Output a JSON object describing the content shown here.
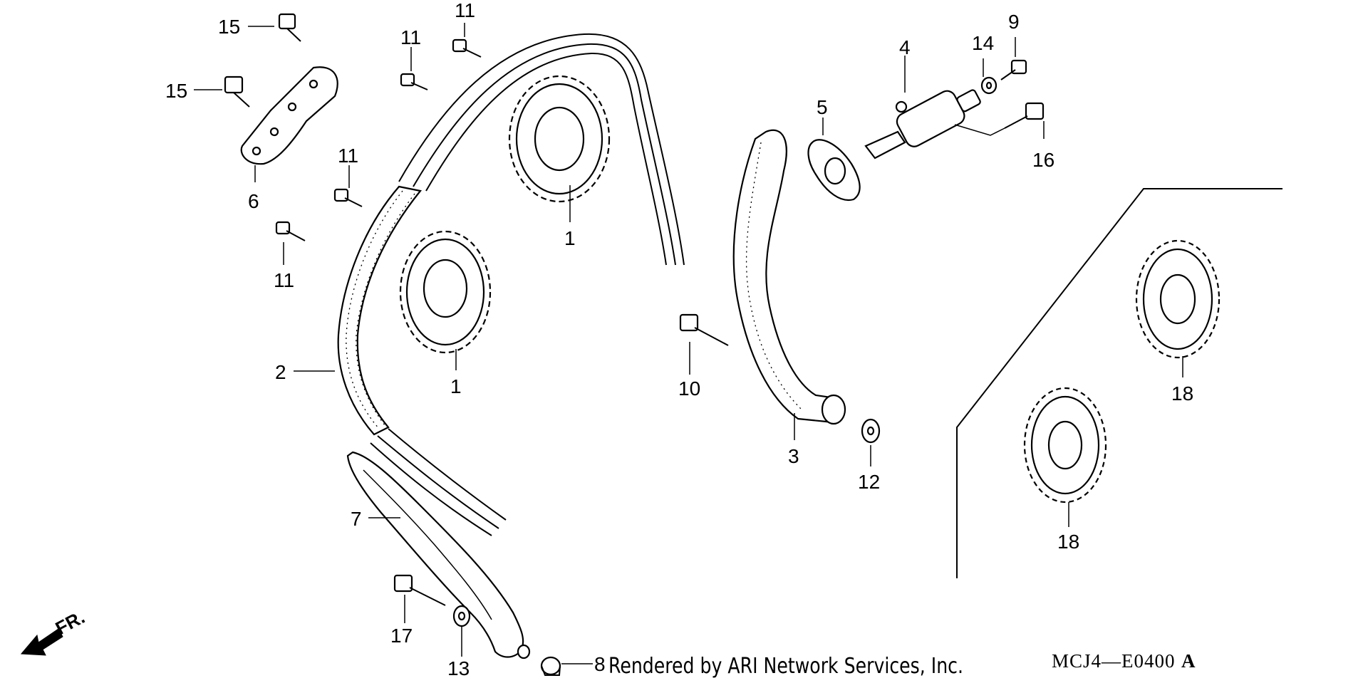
{
  "callouts": {
    "c1a": "1",
    "c1b": "1",
    "c2": "2",
    "c3": "3",
    "c4": "4",
    "c5": "5",
    "c6": "6",
    "c7": "7",
    "c8": "8",
    "c9": "9",
    "c10": "10",
    "c11a": "11",
    "c11b": "11",
    "c11c": "11",
    "c11d": "11",
    "c12": "12",
    "c13": "13",
    "c14": "14",
    "c15a": "15",
    "c15b": "15",
    "c16": "16",
    "c17": "17",
    "c18a": "18",
    "c18b": "18"
  },
  "front_indicator": "FR.",
  "footer": {
    "credit": "Rendered by ARI Network Services, Inc.",
    "diagram_code": "MCJ4—E0400",
    "diagram_suffix": "A"
  }
}
